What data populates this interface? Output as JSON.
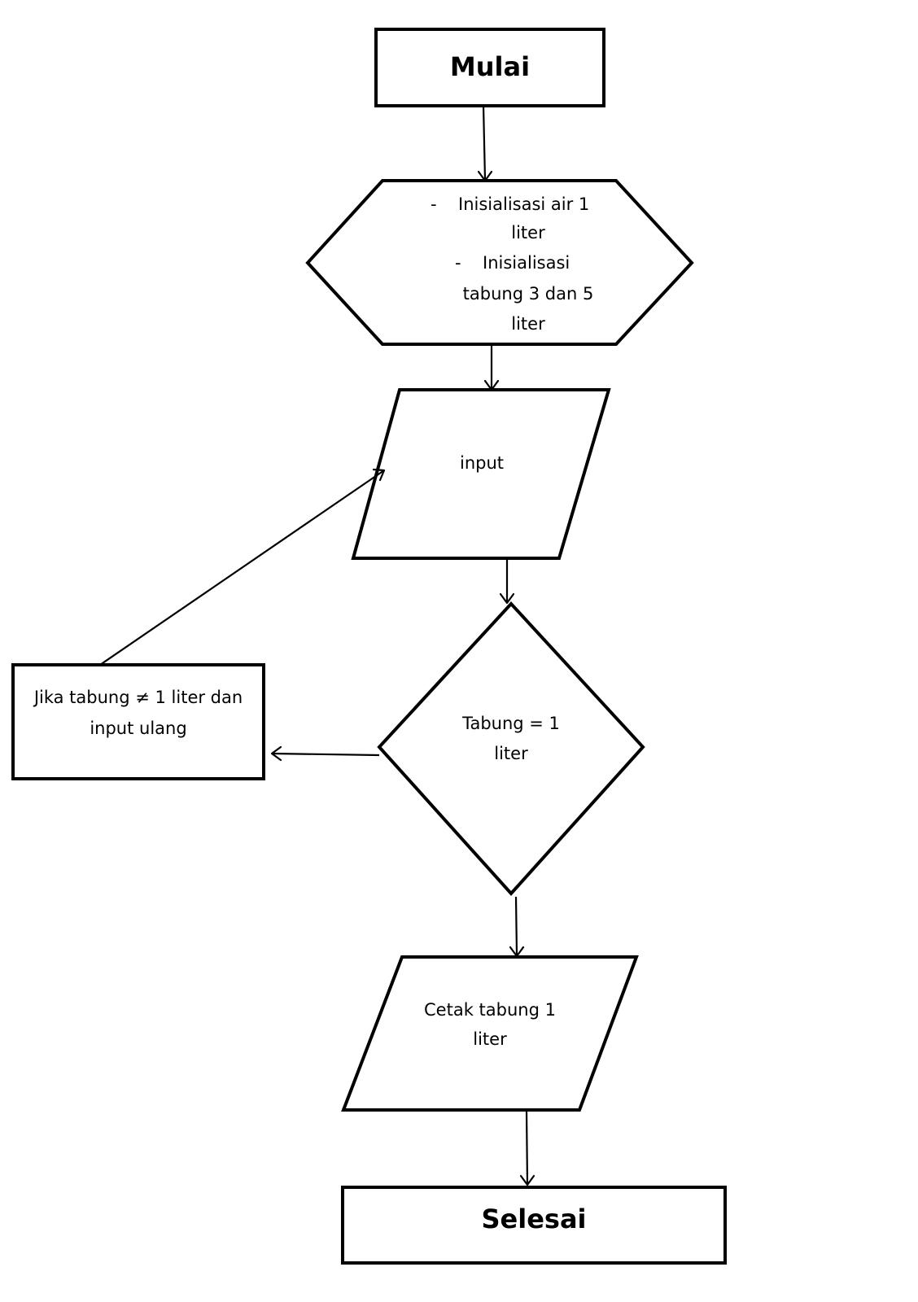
{
  "nodes": {
    "start": {
      "text": "Mulai"
    },
    "init": {
      "bullet_marker": "-",
      "lines": [
        "Inisialisasi air 1",
        "liter",
        "Inisialisasi",
        "tabung 3 dan 5",
        "liter"
      ]
    },
    "input": {
      "text": "input"
    },
    "decision": {
      "lines": [
        "Tabung = 1",
        "liter"
      ]
    },
    "retry": {
      "lines": [
        "Jika tabung ≠ 1 liter dan",
        "input ulang"
      ]
    },
    "output": {
      "lines": [
        "Cetak tabung 1",
        "liter"
      ]
    },
    "end": {
      "text": "Selesai"
    }
  }
}
